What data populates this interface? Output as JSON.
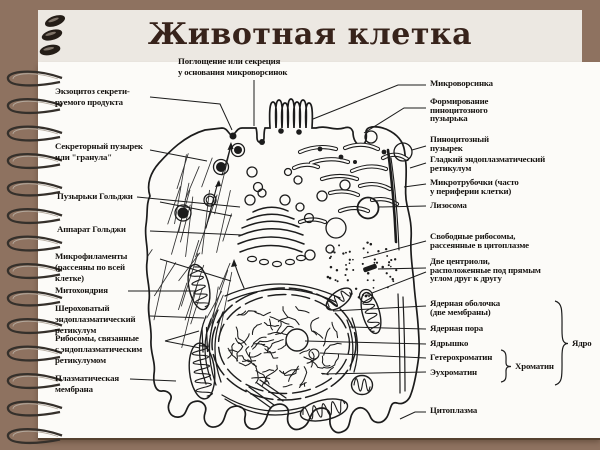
{
  "slide": {
    "title": "Животная клетка"
  },
  "colors": {
    "background": "#8e7260",
    "title_band": "#ece8e2",
    "page": "#fcfbf8",
    "title_text": "#37231b",
    "ink": "#1c1c1c"
  },
  "diagram": {
    "top_label": {
      "text": "Поглощение или секреция\nу основания микроворсинок"
    },
    "left_labels": [
      {
        "text": "Экзоцитоз секрети-\nруемого продукта"
      },
      {
        "text": "Секреторный пузырек\nили \"гранула\""
      },
      {
        "text": "Пузырьки Гольджи"
      },
      {
        "text": "Аппарат Гольджи"
      },
      {
        "text": "Микрофиламенты\n(рассеяны по всей\nклетке)"
      },
      {
        "text": "Митохондрия"
      },
      {
        "text": "Шероховатый\nэндоплазматический\nретикулум"
      },
      {
        "text": "Рибосомы, связанные\nс эндоплазматическим\nретикулумом"
      },
      {
        "text": "Плазматическая\nмембрана"
      }
    ],
    "right_labels": [
      {
        "text": "Микроворсинка"
      },
      {
        "text": "Формирование\nпиноцитозного\nпузырька"
      },
      {
        "text": "Пиноцитозный\nпузырек"
      },
      {
        "text": "Гладкий эндоплазматический\nретикулум"
      },
      {
        "text": "Микротрубочки (часто\nу периферии клетки)"
      },
      {
        "text": "Лизосома"
      },
      {
        "text": "Свободные рибосомы,\nрассеянные в цитоплазме"
      },
      {
        "text": "Две центриоли,\nрасположенные под прямым\nуглом друг к другу"
      },
      {
        "text": "Ядерная оболочка\n(две мембраны)"
      },
      {
        "text": "Ядерная пора"
      },
      {
        "text": "Ядрышко"
      },
      {
        "text": "Гетерохроматин"
      },
      {
        "text": "Эухроматин"
      },
      {
        "text": "Цитоплазма"
      }
    ],
    "brackets": [
      {
        "label": "Хроматин"
      },
      {
        "label": "Ядро"
      }
    ]
  }
}
